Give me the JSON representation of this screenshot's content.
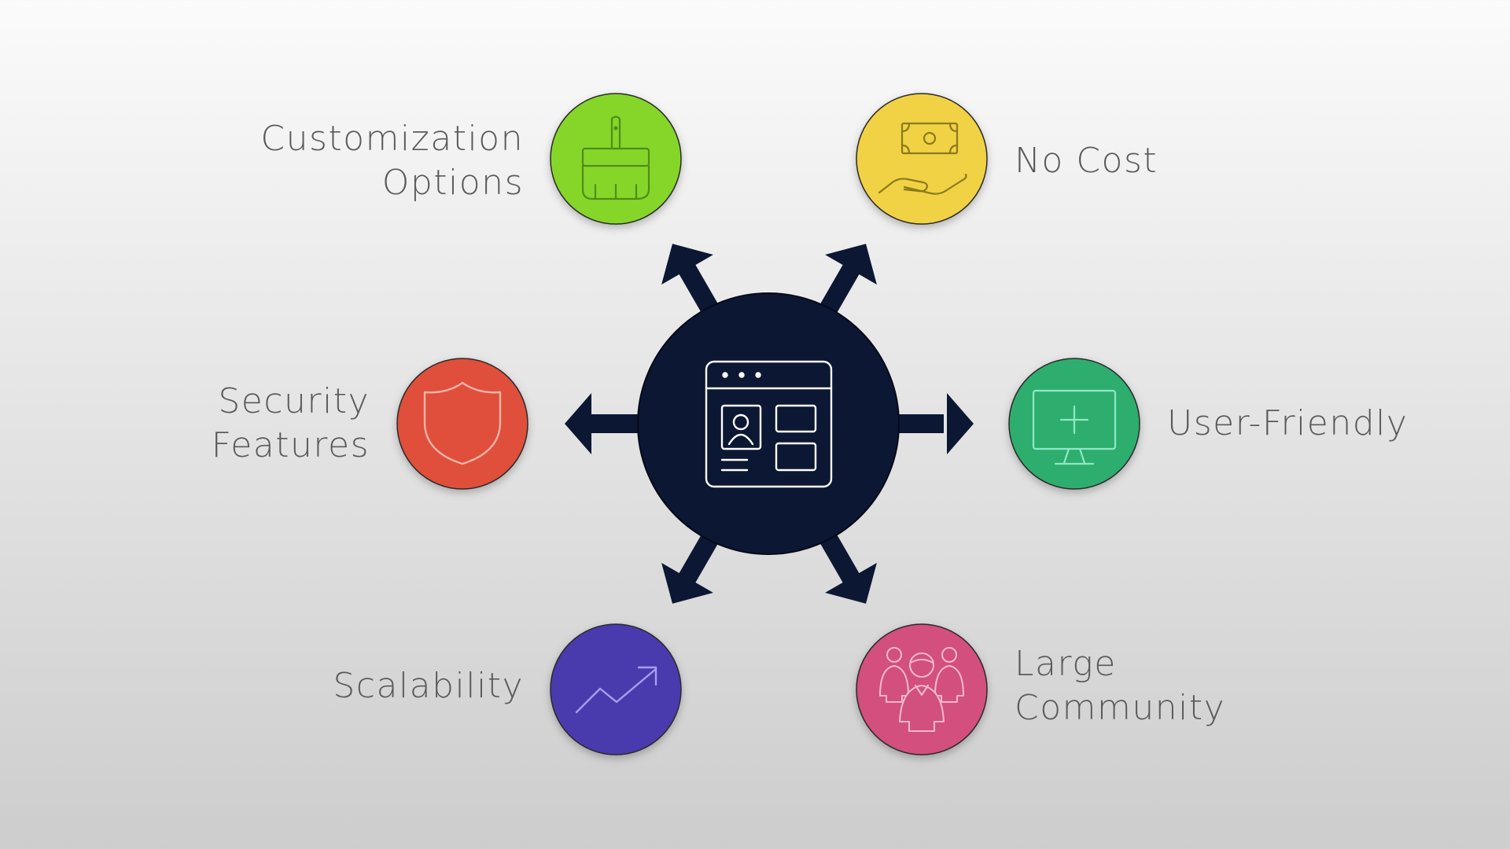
{
  "hub": {
    "icon": "website-layout-icon",
    "color": "#0c1733"
  },
  "features": [
    {
      "id": "customization",
      "lines": [
        "Customization",
        "Options"
      ],
      "icon": "paintbrush-icon",
      "color": "#86d62c"
    },
    {
      "id": "no-cost",
      "lines": [
        "No Cost"
      ],
      "icon": "money-hand-icon",
      "color": "#f1d245"
    },
    {
      "id": "security",
      "lines": [
        "Security",
        "Features"
      ],
      "icon": "shield-icon",
      "color": "#e0503a"
    },
    {
      "id": "user-friendly",
      "lines": [
        "User-Friendly"
      ],
      "icon": "monitor-icon",
      "color": "#2fae6e"
    },
    {
      "id": "scalability",
      "lines": [
        "Scalability"
      ],
      "icon": "trend-up-icon",
      "color": "#4a3aae"
    },
    {
      "id": "community",
      "lines": [
        "Large",
        "Community"
      ],
      "icon": "people-group-icon",
      "color": "#d2507e"
    }
  ],
  "colors": {
    "arrow": "#0c1733",
    "label": "#5a5a5a"
  }
}
